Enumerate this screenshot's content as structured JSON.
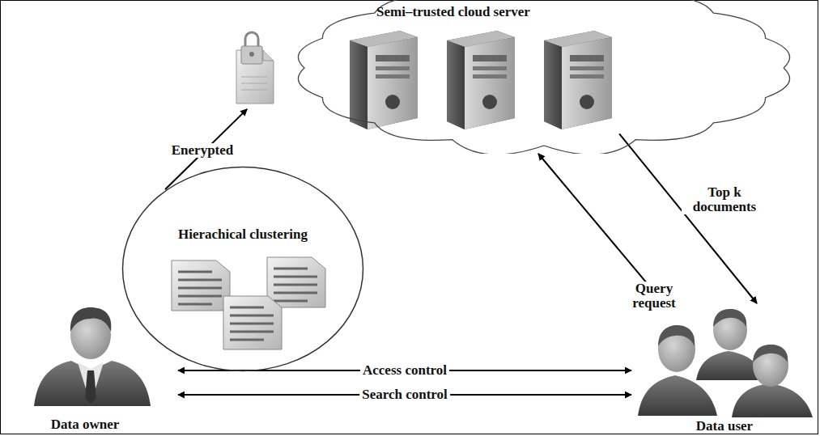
{
  "diagram": {
    "nodes": [
      {
        "text": [
          "Semi–trusted cloud server"
        ]
      },
      {
        "text": [
          "Hierachical clustering"
        ]
      },
      {
        "text": [
          "Data owner"
        ]
      },
      {
        "text": [
          "Data user"
        ]
      }
    ],
    "edges": [
      {
        "from": 1,
        "to": 0,
        "arrow": "to",
        "label": "Enerypted"
      },
      {
        "from": 3,
        "to": 0,
        "arrow": "to",
        "label": "Query request"
      },
      {
        "from": 0,
        "to": 3,
        "arrow": "to",
        "label": "Top k documents"
      },
      {
        "from": 2,
        "to": 3,
        "arrow": "both",
        "label": "Access control"
      },
      {
        "from": 2,
        "to": 3,
        "arrow": "both",
        "label": "Search control"
      }
    ]
  }
}
